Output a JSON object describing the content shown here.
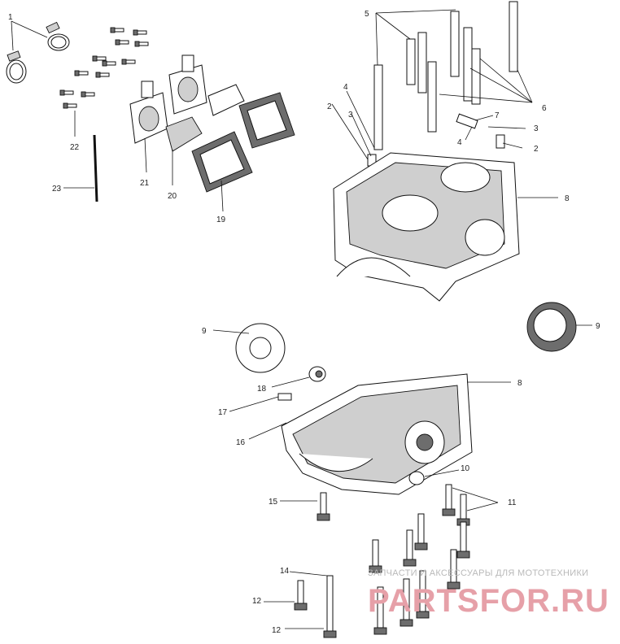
{
  "callouts": [
    {
      "id": "c1",
      "text": "1"
    },
    {
      "id": "c2a",
      "text": "2"
    },
    {
      "id": "c2b",
      "text": "2"
    },
    {
      "id": "c3a",
      "text": "3"
    },
    {
      "id": "c3b",
      "text": "3"
    },
    {
      "id": "c4a",
      "text": "4"
    },
    {
      "id": "c4b",
      "text": "4"
    },
    {
      "id": "c5",
      "text": "5"
    },
    {
      "id": "c6",
      "text": "6"
    },
    {
      "id": "c7",
      "text": "7"
    },
    {
      "id": "c8a",
      "text": "8"
    },
    {
      "id": "c8b",
      "text": "8"
    },
    {
      "id": "c9a",
      "text": "9"
    },
    {
      "id": "c9b",
      "text": "9"
    },
    {
      "id": "c10",
      "text": "10"
    },
    {
      "id": "c11",
      "text": "11"
    },
    {
      "id": "c12a",
      "text": "12"
    },
    {
      "id": "c12b",
      "text": "12"
    },
    {
      "id": "c14",
      "text": "14"
    },
    {
      "id": "c15",
      "text": "15"
    },
    {
      "id": "c16",
      "text": "16"
    },
    {
      "id": "c17",
      "text": "17"
    },
    {
      "id": "c18",
      "text": "18"
    },
    {
      "id": "c19",
      "text": "19"
    },
    {
      "id": "c20",
      "text": "20"
    },
    {
      "id": "c21",
      "text": "21"
    },
    {
      "id": "c22",
      "text": "22"
    },
    {
      "id": "c23",
      "text": "23"
    }
  ],
  "watermark": {
    "tagline": "ЗАПЧАСТИ И АКСЕССУАРЫ ДЛЯ МОТОТЕХНИКИ",
    "logo": "PARTSFOR.RU",
    "color": "#e6a0a8"
  }
}
